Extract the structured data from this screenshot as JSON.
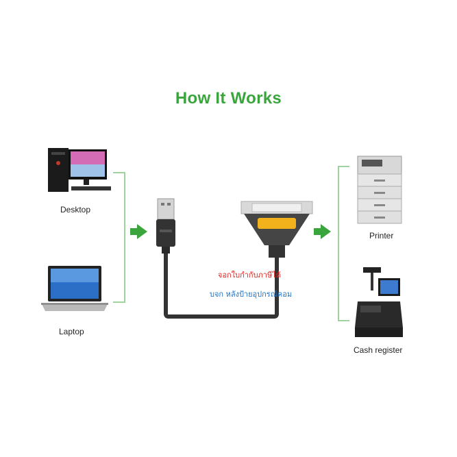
{
  "title": "How It Works",
  "devices": {
    "desktop": "Desktop",
    "laptop": "Laptop",
    "printer": "Printer",
    "cash_register": "Cash register"
  },
  "watermark": {
    "line1": "จอกใบกำกับภาษีได้",
    "line2": "บจก หลังป้ายอุปกรณ์คอม"
  },
  "colors": {
    "title": "#3aa53c",
    "arrow": "#3aa53c",
    "bracket": "#9ed39e",
    "cable": "#333333",
    "connector_yellow": "#f2b21c"
  }
}
